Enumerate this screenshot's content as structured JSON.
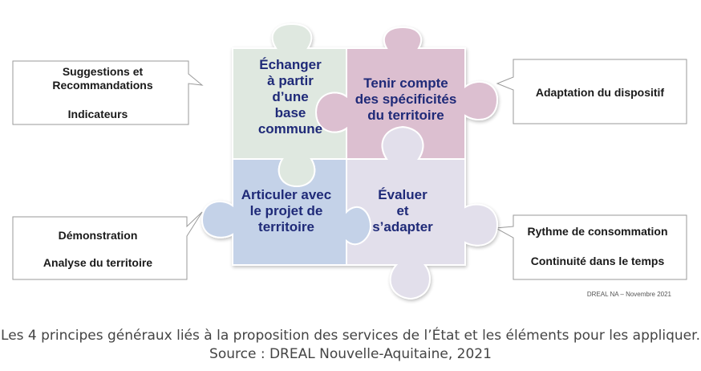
{
  "pieces": {
    "top_left": {
      "lines": [
        "Échanger",
        "à partir",
        "d’une",
        "base",
        "commune"
      ],
      "color": "#dfe8e0"
    },
    "top_right": {
      "lines": [
        "Tenir compte",
        "des spécificités",
        "du territoire"
      ],
      "color": "#dcbfd0"
    },
    "bottom_left": {
      "lines": [
        "Articuler avec",
        "le projet de",
        "territoire"
      ],
      "color": "#c4d2e8"
    },
    "bottom_right": {
      "lines": [
        "Évaluer",
        "et",
        "s’adapter"
      ],
      "color": "#e2dfeb"
    }
  },
  "callouts": {
    "top_left": [
      "Suggestions et",
      "Recommandations",
      "Indicateurs"
    ],
    "top_right": [
      "Adaptation du dispositif"
    ],
    "bottom_left": [
      "Démonstration",
      "Analyse du territoire"
    ],
    "bottom_right": [
      "Rythme de consommation",
      "Continuité dans le temps"
    ]
  },
  "credit": "DREAL NA – Novembre 2021",
  "caption": {
    "line1": "Les 4 principes généraux liés à la proposition des services de l’État et les éléments pour les appliquer.",
    "line2": "Source : DREAL Nouvelle-Aquitaine, 2021"
  },
  "text_color": "#1f2a78"
}
